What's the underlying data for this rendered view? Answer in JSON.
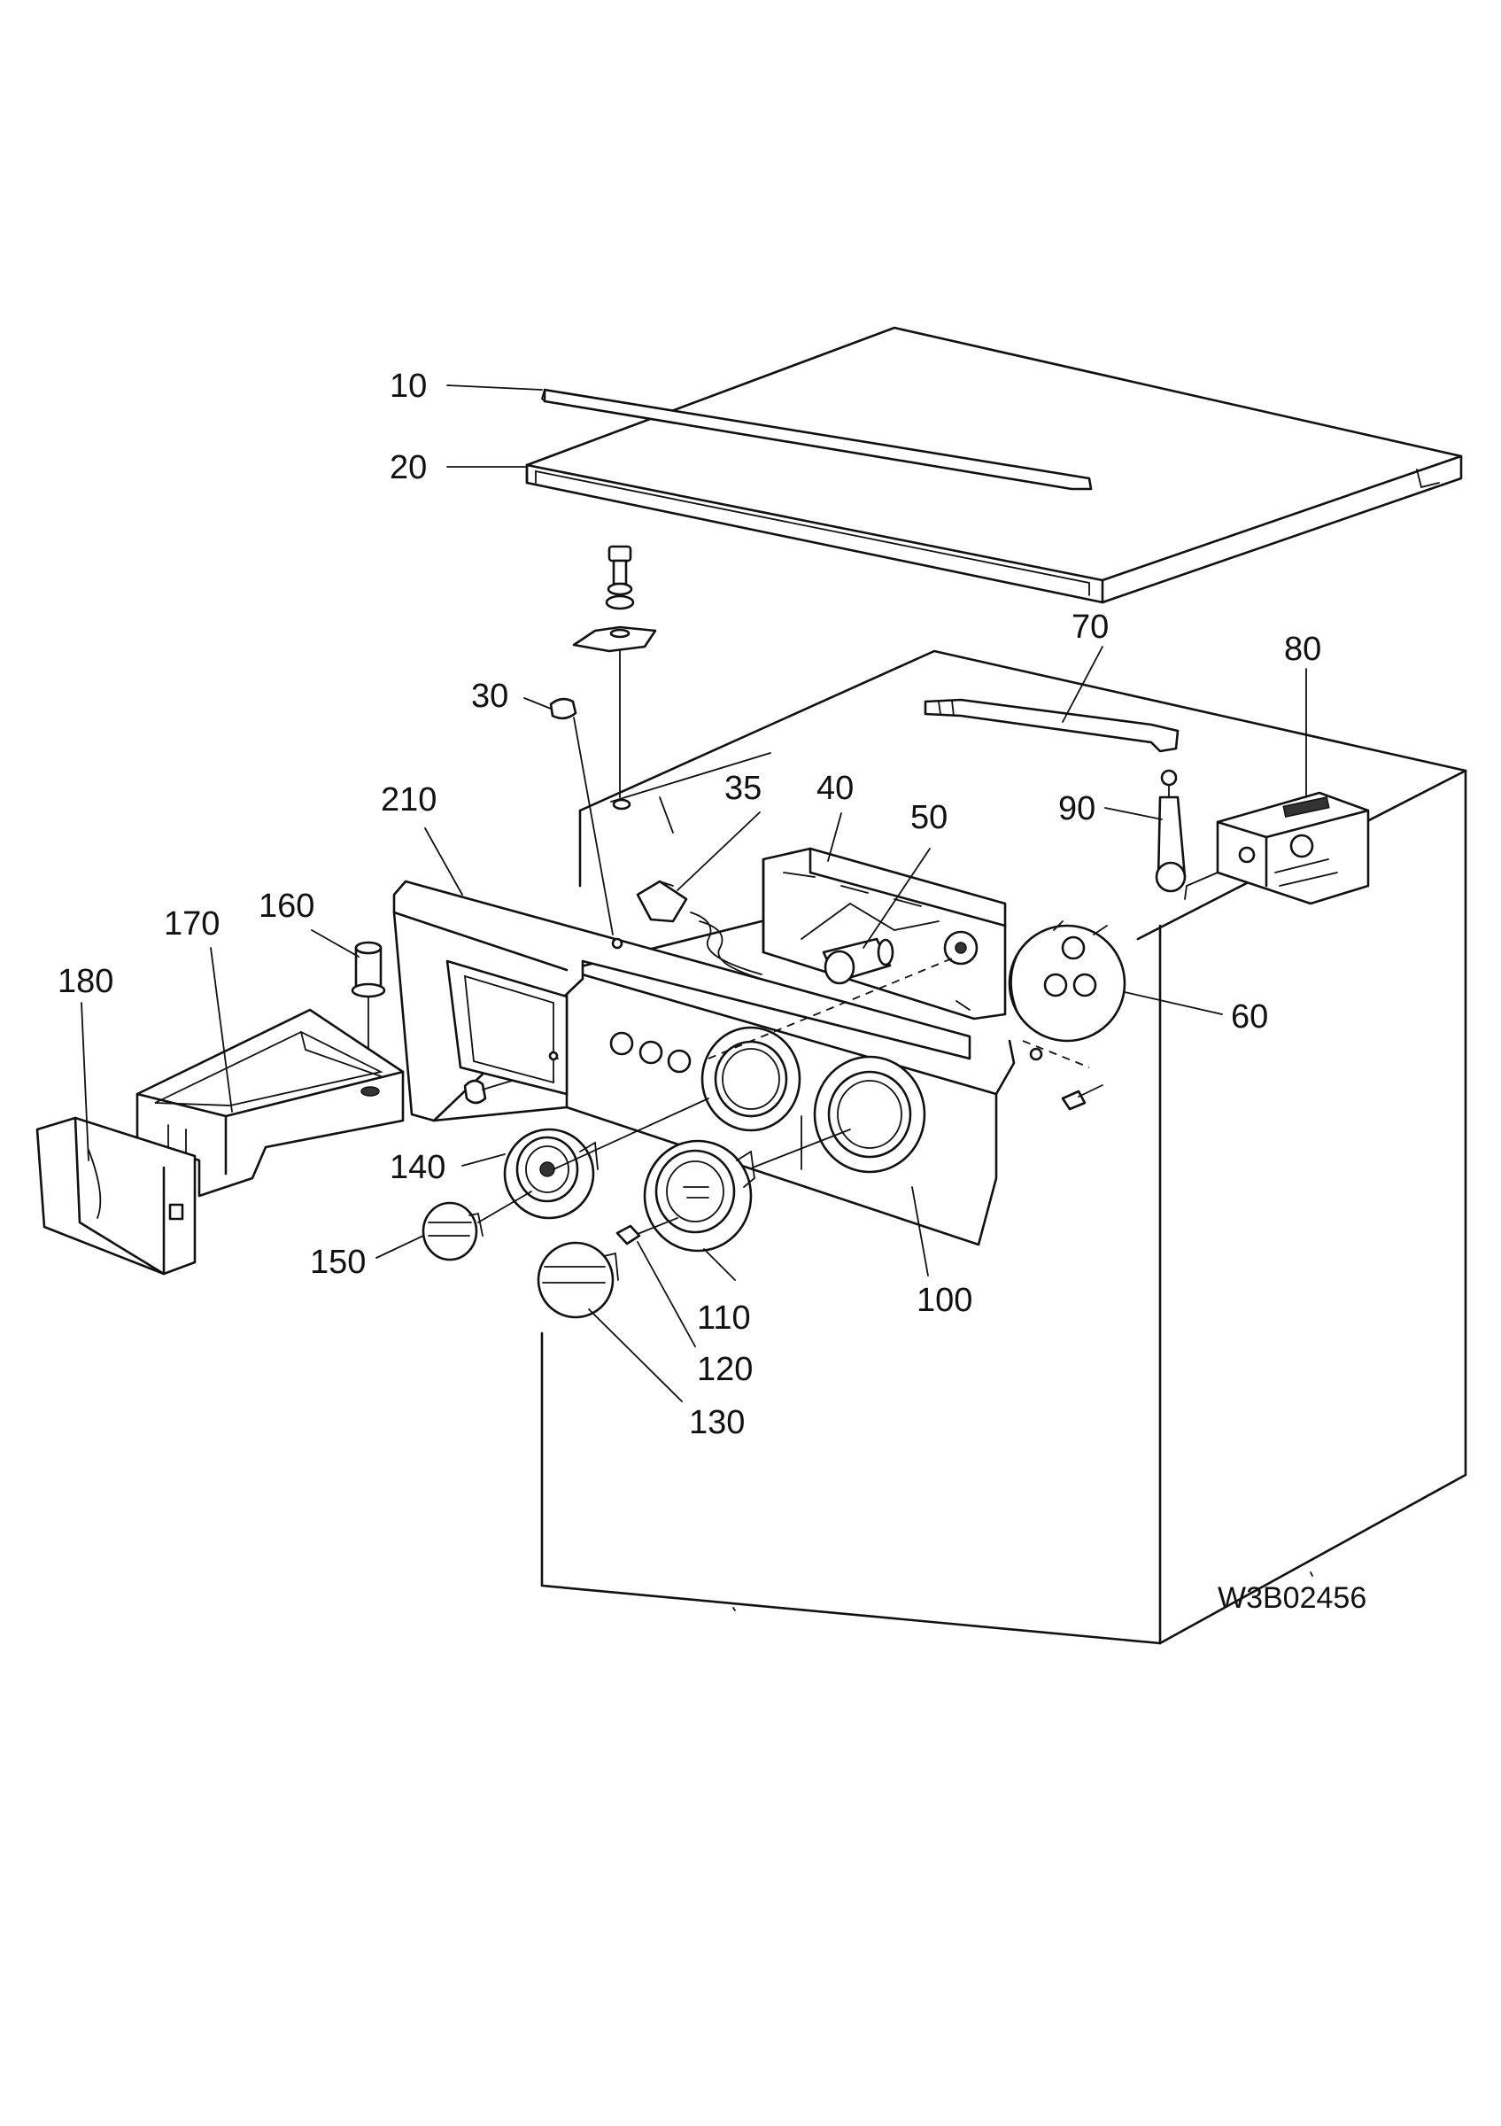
{
  "diagram": {
    "part_labels": {
      "p10": "10",
      "p20": "20",
      "p30": "30",
      "p35": "35",
      "p40": "40",
      "p50": "50",
      "p60": "60",
      "p70": "70",
      "p80": "80",
      "p90": "90",
      "p100": "100",
      "p110": "110",
      "p120": "120",
      "p130": "130",
      "p140": "140",
      "p150": "150",
      "p160": "160",
      "p170": "170",
      "p180": "180",
      "p210": "210"
    },
    "drawing_code": "W3B02456"
  }
}
